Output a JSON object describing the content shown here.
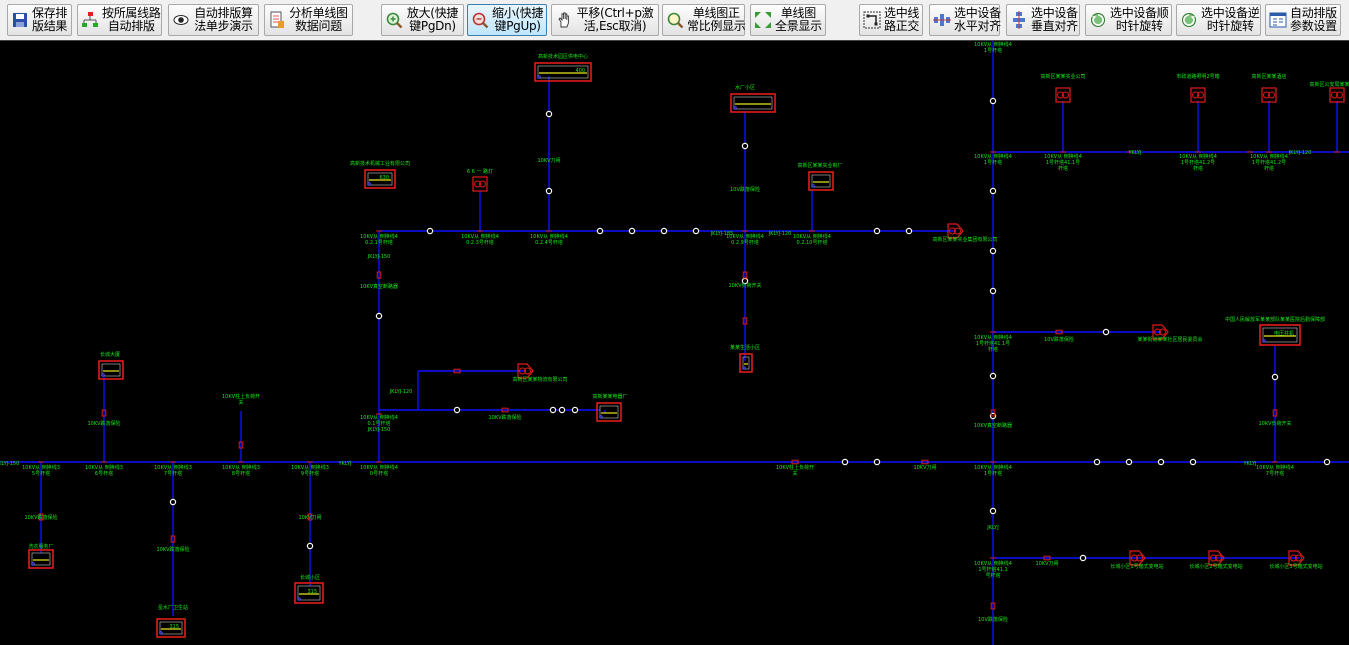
{
  "toolbar": {
    "buttons": [
      {
        "id": "save",
        "label": "保存排\n版结果",
        "icon": "save-icon"
      },
      {
        "id": "auto-layout-by-line",
        "label": "按所属线路\n自动排版",
        "icon": "tree-icon"
      },
      {
        "id": "step-demo",
        "label": "自动排版算\n法单步演示",
        "icon": "eye-icon"
      },
      {
        "id": "analyze",
        "label": "分析单线图\n数据问题",
        "icon": "document-icon"
      },
      {
        "id": "zoom-in",
        "label": "放大(快捷\n键PgDn)",
        "icon": "zoom-in-icon"
      },
      {
        "id": "zoom-out",
        "label": "缩小(快捷\n键PgUp)",
        "icon": "zoom-out-icon"
      },
      {
        "id": "pan",
        "label": "平移(Ctrl+p激\n活,Esc取消)",
        "icon": "hand-icon"
      },
      {
        "id": "normal-scale",
        "label": "单线图正\n常比例显示",
        "icon": "magnifier-icon"
      },
      {
        "id": "fit-all",
        "label": "单线图\n全景显示",
        "icon": "expand-icon"
      },
      {
        "id": "orthogonal",
        "label": "选中线\n路正交",
        "icon": "orthogonal-icon"
      },
      {
        "id": "align-h",
        "label": "选中设备\n水平对齐",
        "icon": "align-horizontal-icon"
      },
      {
        "id": "align-v",
        "label": "选中设备\n垂直对齐",
        "icon": "align-vertical-icon"
      },
      {
        "id": "rotate-cw",
        "label": "选中设备顺\n时针旋转",
        "icon": "rotate-cw-icon"
      },
      {
        "id": "rotate-ccw",
        "label": "选中设备逆\n时针旋转",
        "icon": "rotate-ccw-icon"
      },
      {
        "id": "layout-settings",
        "label": "自动排版\n参数设置",
        "icon": "settings-window-icon"
      }
    ]
  },
  "diagram": {
    "labels": {
      "bus_a": "10KV从 倒换线3\n5号杆塔",
      "bus_b": "10KV从 倒换线3\n6号杆塔",
      "bus_c": "10KV从 倒换线3\n7号杆塔",
      "bus_d": "10KV从 倒换线3\n8号杆塔",
      "bus_e": "10KV从 倒换线3\n9号杆塔",
      "bus_f": "10KV从 倒换线4\n0号杆塔",
      "bus_g": "10KV从 倒换线4\n0.1号杆塔\nJKLYJ-150",
      "bus_h": "10KV从 倒换线4\n0.2.1号杆塔",
      "bus_i": "10KV从 倒换线4\n0.2.3号杆塔",
      "bus_j": "10KV从 倒换线4\n0.2.4号杆塔",
      "bus_k": "10KV从 倒换线4\n0.2.9号杆塔",
      "bus_l": "10KV从 倒换线4\n0.2.10号杆塔",
      "bus_m": "10KV从 倒换线4\n1号杆塔",
      "bus_n": "10KV从 倒换线4\n1号杆塔41.1\n号杆塔",
      "bus_o": "10KV从 倒换线4\n7号杆塔",
      "bus_p": "10KV从 倒换线4\n1号杆塔41.2号\n杆塔",
      "bus_q": "10KV从 倒换线4\n1号杆塔41.1号\n杆塔",
      "cable_1": "JKLYJ-150",
      "cable_2": "JKLYJ-120",
      "cable_3": "JKLYJ-185",
      "cable_4": "JKLYJ",
      "cable_5": "YKLYJ",
      "sw_1": "10KV负荷开关",
      "sw_2": "10KV跌落保险",
      "sw_3": "10KV真空断路器",
      "sw_4": "10KV刀闸",
      "sw_5": "10KV柱上断路器",
      "sw_6": "10KV柱上负荷开\n关",
      "sw_7": "10V跌落保险",
      "sw_8": "10V负荷开关",
      "st_1": "高新技术园区供电中心",
      "st_2": "水厂小区",
      "st_3": "高新技术机械工业有限公司",
      "st_4": "高新区某某实业制厂",
      "st_5": "6 6 一 路灯",
      "st_6": "高新区某某实业集团有限公司",
      "st_7": "某某生活小区",
      "st_8": "高新区某某物流有限公司",
      "st_9": "长城大厦",
      "st_10": "洗衣服务厂",
      "st_11": "西联路某某电信厂",
      "st_12": "高新某某电器厂",
      "st_13": "星水厂卫生站",
      "st_14": "长城小区",
      "st_15": "中国人民解放军某某部队某某医院后勤保障部",
      "st_16": "某某街道某某社区居民委员会",
      "st_17": "长城小区1号箱式变电站",
      "st_18": "长城小区2号箱式变电站",
      "st_19": "长城小区3号箱式变电站",
      "st_20": "高新区某某实业公司",
      "st_21": "高新区公安局某某派出所",
      "st_22": "市政道路照明2号箱",
      "st_23": "高新区某某酒店",
      "box_1": "400",
      "box_2": "630",
      "box_3": "315",
      "box_4": "1000",
      "box_5": "电压并机"
    }
  }
}
